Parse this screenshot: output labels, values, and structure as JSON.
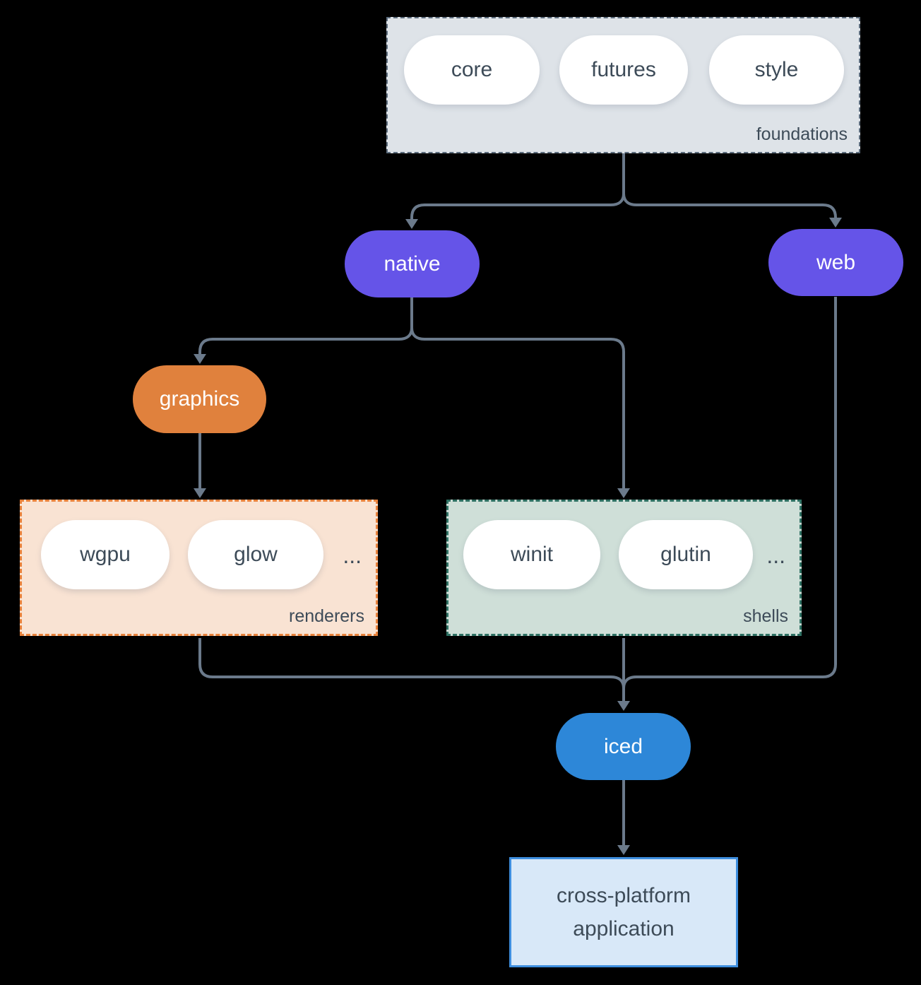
{
  "background": "#000000",
  "connector_color": "#6b7a8b",
  "text_color": "#3d4b58",
  "groups": {
    "foundations": {
      "label": "foundations",
      "pills": [
        "core",
        "futures",
        "style"
      ],
      "fill": "#dee3e8",
      "border": "#5d6d7e"
    },
    "renderers": {
      "label": "renderers",
      "pills": [
        "wgpu",
        "glow"
      ],
      "ellipsis": "...",
      "fill": "#f9e3d3",
      "border": "#e8823c"
    },
    "shells": {
      "label": "shells",
      "pills": [
        "winit",
        "glutin"
      ],
      "ellipsis": "...",
      "fill": "#cfdfd8",
      "border": "#2e7163"
    }
  },
  "nodes": {
    "native": {
      "label": "native",
      "fill": "#6554e8"
    },
    "web": {
      "label": "web",
      "fill": "#6554e8"
    },
    "graphics": {
      "label": "graphics",
      "fill": "#e0813d"
    },
    "iced": {
      "label": "iced",
      "fill": "#2d87d8"
    },
    "application": {
      "label": "cross-platform application",
      "fill": "#d8e8f8",
      "border": "#3e8ede"
    }
  }
}
